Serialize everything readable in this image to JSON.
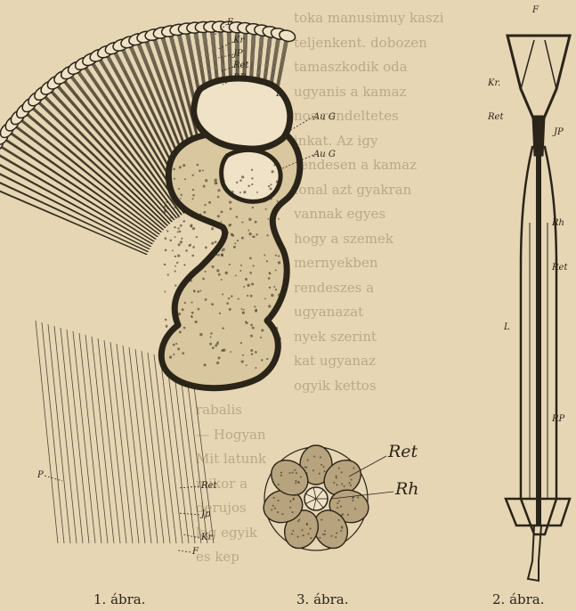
{
  "figure_1": {
    "caption": "1. ábra.",
    "labels": [
      "F",
      "Kr",
      "JP",
      "Ret",
      "RP",
      "L",
      "Au G",
      "Au G",
      "P",
      "Ret",
      "Jp",
      "Kr",
      "F"
    ]
  },
  "figure_2": {
    "caption": "2. ábra.",
    "labels": [
      "F",
      "Kr.",
      "Ret",
      "JP",
      "Rh",
      "Ret",
      "L",
      "RP"
    ]
  },
  "figure_3": {
    "caption": "3. ábra.",
    "labels": [
      "Ret",
      "Rh"
    ]
  },
  "background_text": [
    "toka manusimuy kaszi",
    "teljenkent. dobozen",
    "tamaszkodik oda",
    "ugyanis a kamaz",
    "nos rendeltetes",
    "inkat. Az igy",
    "rendesen a kamaz",
    "fonal azt gyakran",
    "vannak egyes",
    "hogy a szemek",
    "mernyekben",
    "rendeszes a",
    "ugyanazat",
    "nyek szerint",
    "kat ugyanaz",
    "ogyik kettos",
    "rabalis",
    "— Hogyan",
    "Mit latunk",
    "mikor a",
    "derujos",
    "lag egyik",
    "es kep"
  ],
  "colors": {
    "paper": "#e6d6b4",
    "ink": "#2b2418",
    "faint_ink": "#b9a986"
  }
}
